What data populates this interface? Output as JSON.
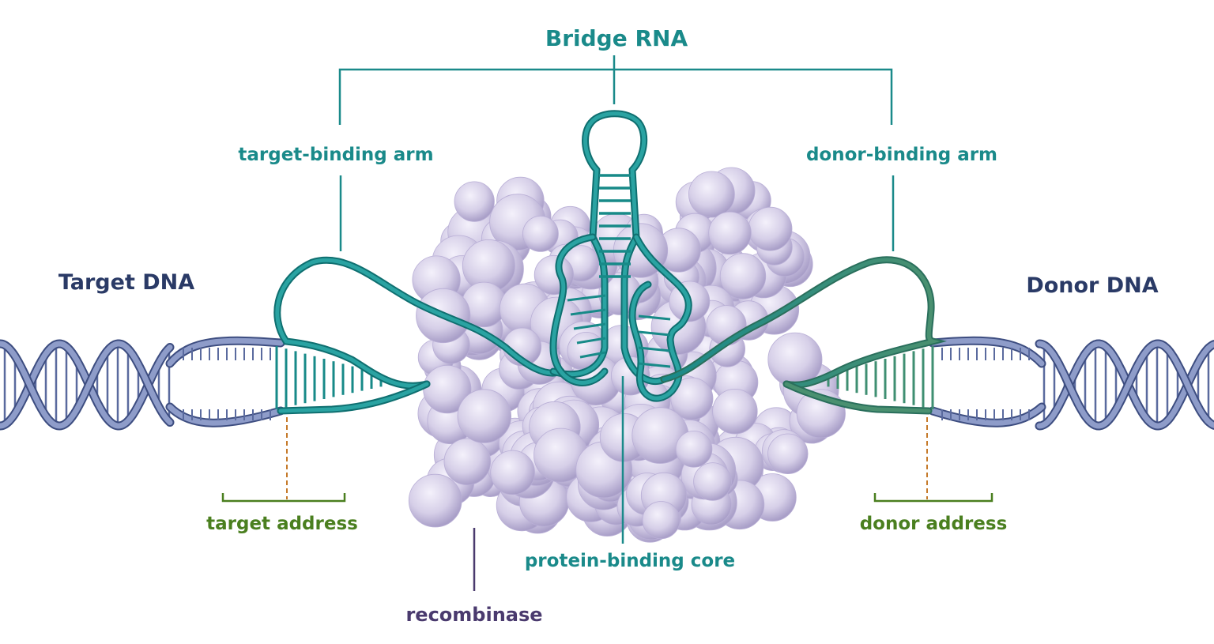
{
  "labels": {
    "bridge_rna": "Bridge RNA",
    "target_binding_arm": "target-binding arm",
    "donor_binding_arm": "donor-binding arm",
    "target_dna": "Target DNA",
    "donor_dna": "Donor DNA",
    "target_address": "target address",
    "donor_address": "donor address",
    "protein_binding_core": "protein-binding core",
    "recombinase": "recombinase"
  },
  "colors": {
    "rna_teal": "#1a8a8a",
    "rna_green": "#3f8f72",
    "dna_blue": "#7384b6",
    "dna_dark": "#2d3b6a",
    "address_green": "#4a7f1f",
    "address_dash": "#c57a2a",
    "protein_lilac": "#d9d2ea",
    "recombinase_purple": "#4a3a6e",
    "label_navy": "#2a3a66"
  }
}
